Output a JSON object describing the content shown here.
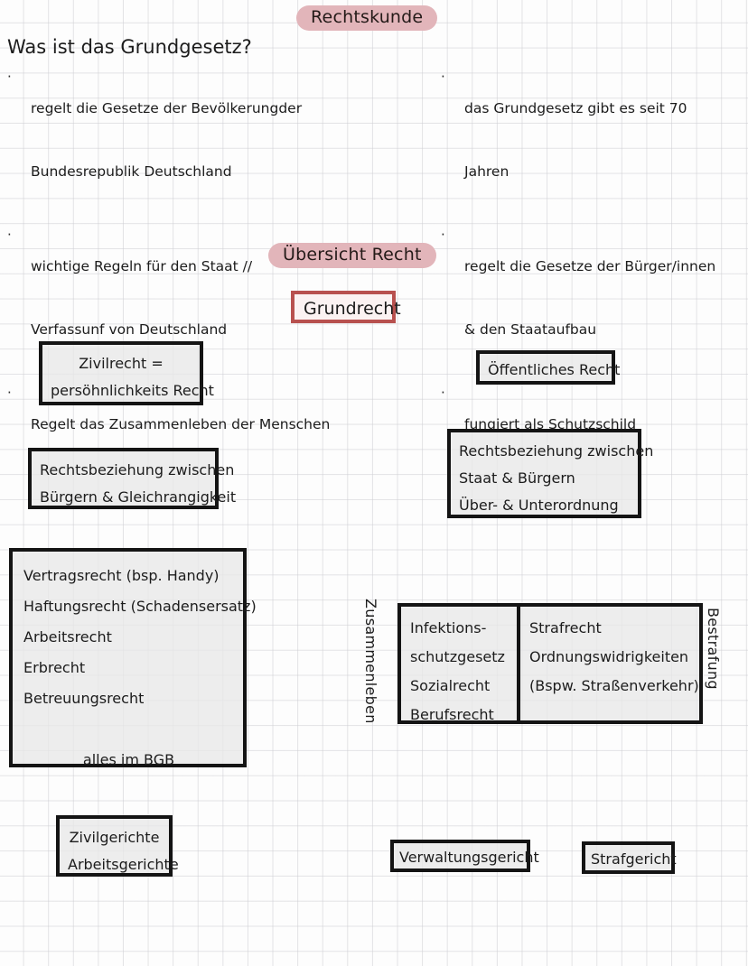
{
  "page": {
    "title_pill": "Rechtskunde",
    "overview_pill": "Übersicht Recht"
  },
  "intro": {
    "heading": "Was ist das Grundgesetz?",
    "bullet_char": "·",
    "left_bullets": [
      {
        "line1": "regelt die Gesetze der Bevölkerungder",
        "line2": "Bundesrepublik Deutschland"
      },
      {
        "line1": "wichtige Regeln für den Staat //",
        "line2": "Verfassunf von Deutschland"
      },
      {
        "line1": "Regelt das Zusammenleben der Menschen",
        "line2": ""
      }
    ],
    "right_bullets": [
      {
        "line1": "das Grundgesetz gibt es seit 70",
        "line2": "Jahren"
      },
      {
        "line1": "regelt die Gesetze der Bürger/innen",
        "line2": "& den Staataufbau"
      },
      {
        "line1": "fungiert als Schutzschild",
        "line2": ""
      }
    ]
  },
  "diagram": {
    "root": {
      "label": "Grundrecht"
    },
    "zivilrecht": {
      "line1": "Zivilrecht =",
      "line2": "persöhnlichkeits Recht"
    },
    "oeffentliches": {
      "line1": "Öffentliches Recht"
    },
    "zivil_beziehung": {
      "line1": "Rechtsbeziehung zwischen",
      "line2": "Bürgern & Gleichrangigkeit"
    },
    "oeff_beziehung": {
      "line1": "Rechtsbeziehung zwischen",
      "line2": "Staat & Bürgern",
      "line3": "Über- & Unterordnung"
    },
    "bgb_box": {
      "line1": "Vertragsrecht (bsp. Handy)",
      "line2": "Haftungsrecht (Schadensersatz)",
      "line3": "Arbeitsrecht",
      "line4": "Erbrecht",
      "line5": "Betreuungsrecht",
      "footer": "alles im BGB"
    },
    "split_box": {
      "left_caption": "Zusammenleben",
      "right_caption": "Bestrafung",
      "left_col": {
        "line1": "Infektions-",
        "line2": "schutzgesetz",
        "line3": "Sozialrecht",
        "line4": "Berufsrecht"
      },
      "right_col": {
        "line1": "Strafrecht",
        "line2": "Ordnungswidrigkeiten",
        "line3": "(Bspw. Straßenverkehr)"
      }
    },
    "courts": {
      "zivil": {
        "line1": "Zivilgerichte",
        "line2": "Arbeitsgerichte"
      },
      "verwaltung": {
        "line1": "Verwaltungsgericht"
      },
      "straf": {
        "line1": "Strafgericht"
      }
    }
  },
  "colors": {
    "pill_pink": "#e2b5ba",
    "red_border": "#b8514f",
    "red_fill": "#fbf2f2",
    "box_border": "#141414",
    "box_fill": "#e8e8e8",
    "grid_line": "#cdcdd2",
    "paper": "#fdfdfd",
    "ink": "#1c1c1c"
  }
}
